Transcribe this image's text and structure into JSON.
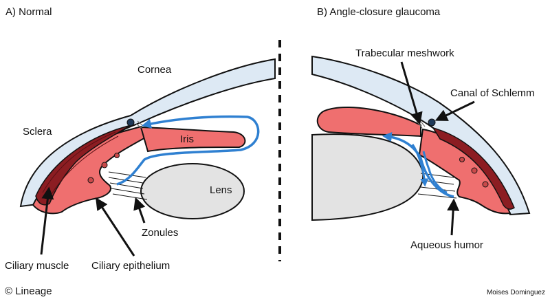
{
  "panel_a": {
    "title": "A) Normal",
    "labels": {
      "cornea": "Cornea",
      "sclera": "Sclera",
      "iris": "Iris",
      "lens": "Lens",
      "zonules": "Zonules",
      "ciliary_muscle": "Ciliary muscle",
      "ciliary_epithelium": "Ciliary epithelium"
    }
  },
  "panel_b": {
    "title": "B) Angle-closure glaucoma",
    "labels": {
      "trabecular_meshwork": "Trabecular meshwork",
      "canal_of_schlemm": "Canal of Schlemm",
      "aqueous_humor": "Aqueous humor"
    }
  },
  "footer": {
    "copyright": "© Lineage",
    "author": "Moises Dominguez"
  },
  "colors": {
    "cornea_fill": "#dde9f4",
    "iris_fill": "#ef6f6f",
    "iris_dark": "#c94a4a",
    "muscle_fill": "#8c1d22",
    "lens_fill": "#e3e3e3",
    "flow_arrow": "#2f80d1",
    "canal": "#1f3a5a"
  }
}
